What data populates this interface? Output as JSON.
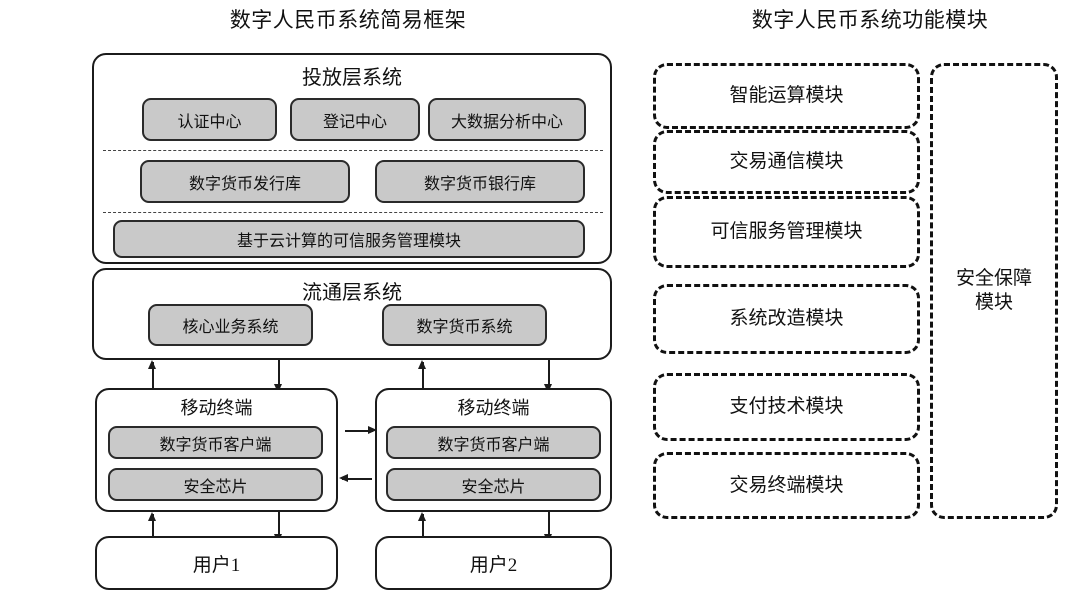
{
  "left_diagram": {
    "title": "数字人民币系统简易框架",
    "issuance_layer": {
      "header": "投放层系统",
      "row1": [
        "认证中心",
        "登记中心",
        "大数据分析中心"
      ],
      "row2": [
        "数字货币发行库",
        "数字货币银行库"
      ],
      "row3": [
        "基于云计算的可信服务管理模块"
      ]
    },
    "circulation_layer": {
      "header": "流通层系统",
      "items": [
        "核心业务系统",
        "数字货币系统"
      ]
    },
    "terminals": [
      {
        "header": "移动终端",
        "items": [
          "数字货币客户端",
          "安全芯片"
        ]
      },
      {
        "header": "移动终端",
        "items": [
          "数字货币客户端",
          "安全芯片"
        ]
      }
    ],
    "users": [
      "用户1",
      "用户2"
    ]
  },
  "right_diagram": {
    "title": "数字人民币系统功能模块",
    "modules": [
      "智能运算模块",
      "交易通信模块",
      "可信服务管理模块",
      "系统改造模块",
      "支付技术模块",
      "交易终端模块"
    ],
    "security_module": "安全保障\n模块",
    "security_module_line1": "安全保障",
    "security_module_line2": "模块"
  },
  "colors": {
    "pill_fill": "#c9c9c9",
    "stroke": "#1b1b1b",
    "background": "#ffffff"
  }
}
